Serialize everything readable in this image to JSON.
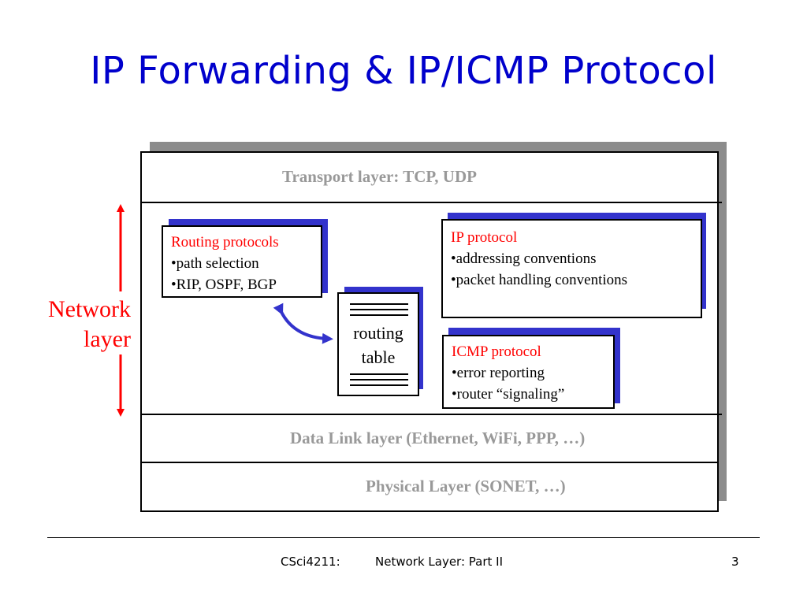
{
  "slide": {
    "title": "IP Forwarding & IP/ICMP Protocol",
    "network_layer_label_line1": "Network",
    "network_layer_label_line2": "layer"
  },
  "layers": {
    "transport": "Transport layer: TCP, UDP",
    "datalink": "Data Link layer (Ethernet, WiFi, PPP, …)",
    "physical": "Physical Layer (SONET, …)"
  },
  "routing_protocols": {
    "heading": "Routing protocols",
    "items": [
      "•path selection",
      "•RIP, OSPF, BGP"
    ]
  },
  "routing_table": {
    "line1": "routing",
    "line2": "table"
  },
  "ip_protocol": {
    "heading": "IP protocol",
    "items": [
      "•addressing conventions",
      "•packet handling conventions"
    ]
  },
  "icmp_protocol": {
    "heading": "ICMP protocol",
    "items": [
      "•error reporting",
      "•router “signaling”"
    ]
  },
  "footer": {
    "course": "CSci4211:",
    "topic": "Network Layer: Part II",
    "page": "3"
  },
  "colors": {
    "title": "#0000cc",
    "heading_red": "#ff0000",
    "layer_gray": "#999999",
    "box_shadow_blue": "#3333cc",
    "outer_shadow_gray": "#8c8c8c",
    "arrow_blue": "#3333cc"
  }
}
